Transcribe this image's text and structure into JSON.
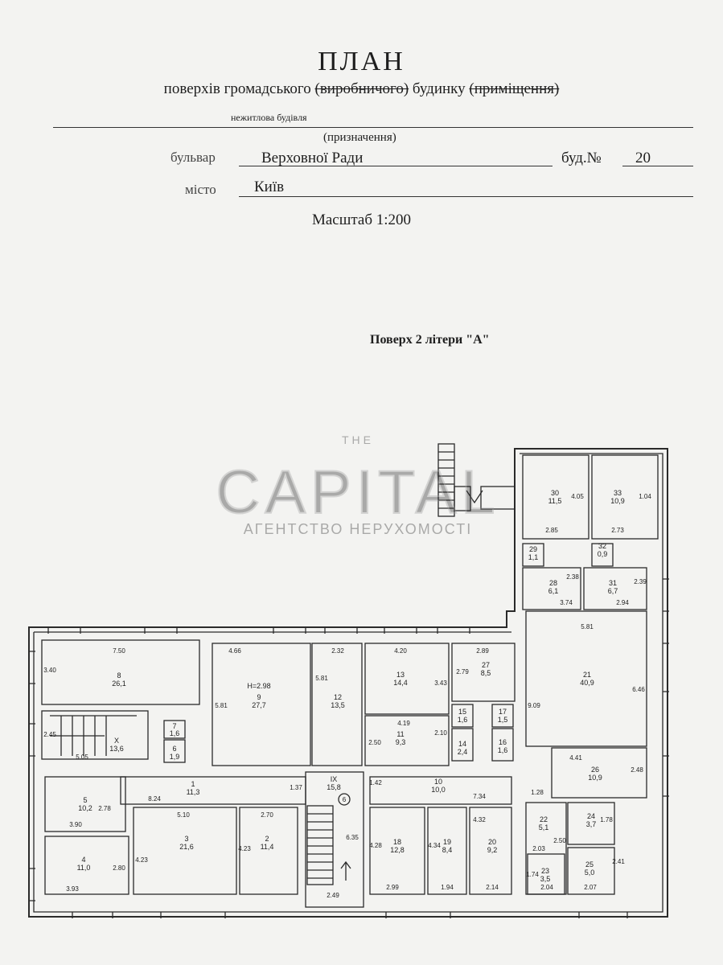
{
  "header": {
    "title": "ПЛАН",
    "subtitle_prefix": "поверхів громадського",
    "subtitle_struck_1": "(виробничого)",
    "subtitle_middle": "будинку",
    "subtitle_struck_2": "(приміщення)",
    "purpose_value": "нежитлова будівля",
    "purpose_caption": "(призначення)",
    "street_label": "бульвар",
    "street_value": "Верховної Ради",
    "building_label": "буд.№",
    "building_value": "20",
    "city_label": "місто",
    "city_value": "Київ",
    "scale": "Масштаб 1:200"
  },
  "floor_title": "Поверх 2 літери \"А\"",
  "watermark": {
    "brand": "CAPITAL",
    "top": "THE",
    "tagline": "АГЕНТСТВО НЕРУХОМОСТІ"
  },
  "rooms": {
    "r1": {
      "num": "1",
      "area": "11,3"
    },
    "r2": {
      "num": "2",
      "area": "11,4"
    },
    "r3": {
      "num": "3",
      "area": "21,6"
    },
    "r4": {
      "num": "4",
      "area": "11,0"
    },
    "r5": {
      "num": "5",
      "area": "10,2"
    },
    "r6": {
      "num": "6",
      "area": "1,9"
    },
    "r7": {
      "num": "7",
      "area": "1,6"
    },
    "r8": {
      "num": "8",
      "area": "26,1"
    },
    "r9": {
      "num": "9",
      "area": "27,7",
      "height": "H=2.98"
    },
    "r10": {
      "num": "10",
      "area": "10,0"
    },
    "r11": {
      "num": "11",
      "area": "9,3"
    },
    "r12": {
      "num": "12",
      "area": "13,5"
    },
    "r13": {
      "num": "13",
      "area": "14,4"
    },
    "r14": {
      "num": "14",
      "area": "2,4"
    },
    "r15": {
      "num": "15",
      "area": "1,6"
    },
    "r16": {
      "num": "16",
      "area": "1,6"
    },
    "r17": {
      "num": "17",
      "area": "1,5"
    },
    "r18": {
      "num": "18",
      "area": "12,8"
    },
    "r19": {
      "num": "19",
      "area": "8,4"
    },
    "r20": {
      "num": "20",
      "area": "9,2"
    },
    "r21": {
      "num": "21",
      "area": "40,9"
    },
    "r22": {
      "num": "22",
      "area": "5,1"
    },
    "r23": {
      "num": "23",
      "area": "3,5"
    },
    "r24": {
      "num": "24",
      "area": "3,7"
    },
    "r25": {
      "num": "25",
      "area": "5,0"
    },
    "r26": {
      "num": "26",
      "area": "10,9"
    },
    "r27": {
      "num": "27",
      "area": "8,5"
    },
    "r28": {
      "num": "28",
      "area": "6,1"
    },
    "r29": {
      "num": "29",
      "area": "1,1"
    },
    "r30": {
      "num": "30",
      "area": "11,5"
    },
    "r31": {
      "num": "31",
      "area": "6,7"
    },
    "r32": {
      "num": "32",
      "area": "0,9"
    },
    "r33": {
      "num": "33",
      "area": "10,9"
    },
    "rX": {
      "num": "X",
      "area": "13,6"
    },
    "rIX": {
      "num": "IX",
      "area": "15,8"
    }
  },
  "dimensions": {
    "d750": "7.50",
    "d340": "3.40",
    "d466": "4.66",
    "d581a": "5.81",
    "d232": "2.32",
    "d581b": "5.81",
    "d420": "4.20",
    "d343": "3.43",
    "d289": "2.89",
    "d279": "2.79",
    "d419": "4.19",
    "d250": "2.50",
    "d210": "2.10",
    "d245": "2.45",
    "d505": "5.05",
    "d824": "8.24",
    "d137": "1.37",
    "d390": "3.90",
    "d278": "2.78",
    "d510": "5.10",
    "d270": "2.70",
    "d423a": "4.23",
    "d423b": "4.23",
    "d393": "3.93",
    "d280": "2.80",
    "d635": "6.35",
    "d249": "2.49",
    "d142": "1.42",
    "d734": "7.34",
    "d428": "4.28",
    "d299": "2.99",
    "d434": "4.34",
    "d194": "1.94",
    "d432": "4.32",
    "d214": "2.14",
    "d581c": "5.81",
    "d909": "9.09",
    "d646": "6.46",
    "d441": "4.41",
    "d248": "2.48",
    "d128": "1.28",
    "d178": "1.78",
    "d203": "2.03",
    "d250b": "2.50",
    "d174": "1.74",
    "d204": "2.04",
    "d207": "2.07",
    "d241": "2.41",
    "d405": "4.05",
    "d104": "1.04",
    "d285": "2.85",
    "d273": "2.73",
    "d238": "2.38",
    "d239": "2.39",
    "d374": "3.74",
    "d294": "2.94",
    "c6": "6"
  }
}
